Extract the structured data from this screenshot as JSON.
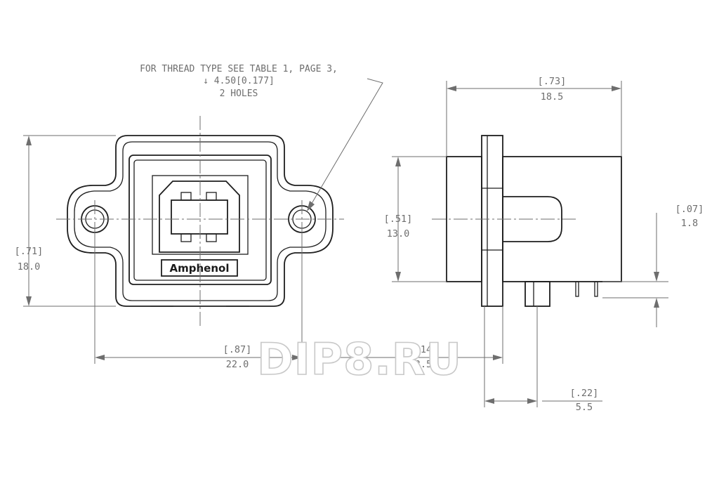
{
  "note": {
    "line1": "FOR THREAD TYPE SEE TABLE 1, PAGE 3,",
    "line2": "↓ 4.50[0.177]",
    "line3": "2 HOLES"
  },
  "brand_label": "Amphenol",
  "watermark": "DIP8.RU",
  "dimensions": {
    "height_front": {
      "inch": "[.71]",
      "mm": "18.0"
    },
    "width_front": {
      "inch": "[.87]",
      "mm": "22.0"
    },
    "depth_side": {
      "inch": "[.73]",
      "mm": "18.5"
    },
    "height_side": {
      "inch": "[.51]",
      "mm": "13.0"
    },
    "flange_offset": {
      "inch": "[.14]",
      "mm": "3.5"
    },
    "pin_offset": {
      "inch": "[.22]",
      "mm": "5.5"
    },
    "pin_length": {
      "inch": "[.07]",
      "mm": "1.8"
    }
  },
  "colors": {
    "outline": "#1e1e1e",
    "dimension": "#6e6e6e",
    "watermark": "#c8c8c8"
  }
}
